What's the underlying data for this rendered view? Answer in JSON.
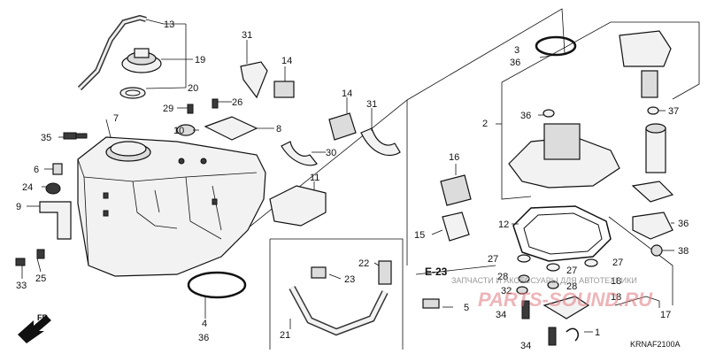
{
  "diagram": {
    "code": "KRNAF2100A",
    "ref_label": "E-23",
    "front_label": "FR.",
    "watermark_text": "ЗАПЧАСТИ И АКСЕССУАРЫ ДЛЯ АВТОТЕХНИКИ",
    "watermark_logo": "PARTS-SOUND.RU",
    "callouts": {
      "c1": "1",
      "c2": "2",
      "c3": "3",
      "c4": "4",
      "c5": "5",
      "c6": "6",
      "c7": "7",
      "c8": "8",
      "c9": "9",
      "c10": "10",
      "c11": "11",
      "c12": "12",
      "c13": "13",
      "c14a": "14",
      "c14b": "14",
      "c15": "15",
      "c16": "16",
      "c17": "17",
      "c18a": "18",
      "c18b": "18",
      "c19": "19",
      "c20": "20",
      "c21": "21",
      "c22": "22",
      "c23": "23",
      "c24": "24",
      "c25": "25",
      "c26": "26",
      "c27a": "27",
      "c27b": "27",
      "c27c": "27",
      "c28a": "28",
      "c28b": "28",
      "c29": "29",
      "c30": "30",
      "c31a": "31",
      "c31b": "31",
      "c32": "32",
      "c33": "33",
      "c34a": "34",
      "c34b": "34",
      "c35": "35",
      "c36a": "36",
      "c36b": "36",
      "c36c": "36",
      "c36d": "36",
      "c37": "37",
      "c38": "38"
    }
  }
}
